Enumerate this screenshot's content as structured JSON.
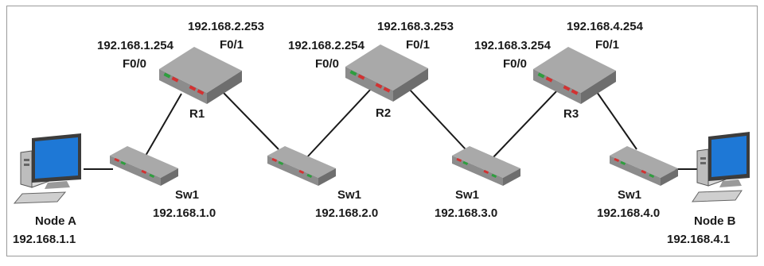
{
  "nodes": [
    {
      "name": "Node A",
      "ip": "192.168.1.1"
    },
    {
      "name": "Node B",
      "ip": "192.168.4.1"
    }
  ],
  "routers": [
    {
      "name": "R1",
      "left_ip": "192.168.1.254",
      "left_if": "F0/0",
      "right_ip": "192.168.2.253",
      "right_if": "F0/1"
    },
    {
      "name": "R2",
      "left_ip": "192.168.2.254",
      "left_if": "F0/0",
      "right_ip": "192.168.3.253",
      "right_if": "F0/1"
    },
    {
      "name": "R3",
      "left_ip": "192.168.3.254",
      "left_if": "F0/0",
      "right_ip": "192.168.4.254",
      "right_if": "F0/1"
    }
  ],
  "switches": [
    {
      "name": "Sw1",
      "network": "192.168.1.0"
    },
    {
      "name": "Sw1",
      "network": "192.168.2.0"
    },
    {
      "name": "Sw1",
      "network": "192.168.3.0"
    },
    {
      "name": "Sw1",
      "network": "192.168.4.0"
    }
  ],
  "colors": {
    "screen": "#1e78d6",
    "device_body": "#8c8c8c",
    "device_top": "#a9a9a9",
    "port_red": "#d23232",
    "port_green": "#2e9e3e",
    "cable": "#1a1a1a"
  }
}
